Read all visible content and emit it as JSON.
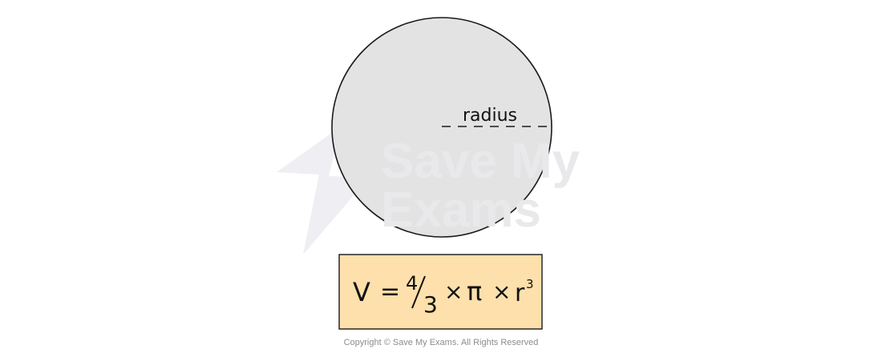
{
  "diagram": {
    "radius_label": "radius",
    "formula": {
      "lhs": "V",
      "equals": "=",
      "fraction_numerator": "4",
      "fraction_denominator": "3",
      "times": "×",
      "pi": "π",
      "r": "r",
      "exponent": "3"
    },
    "watermark": {
      "line1": "Save My",
      "line2": "Exams"
    },
    "copyright": "Copyright © Save My Exams. All Rights Reserved"
  },
  "colors": {
    "circle_fill": "#e3e3e3",
    "circle_stroke": "#1a1a1a",
    "formula_box_fill": "#fde0ab",
    "formula_box_stroke": "#1a1a1a",
    "watermark": "#e9e9ec"
  }
}
